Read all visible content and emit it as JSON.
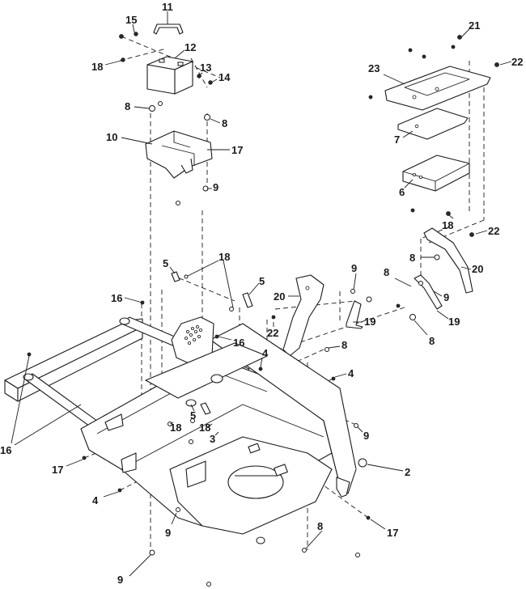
{
  "diagram": {
    "callouts": [
      "11",
      "15",
      "12",
      "18",
      "13",
      "14",
      "8",
      "8",
      "10",
      "17",
      "9",
      "21",
      "22",
      "23",
      "7",
      "6",
      "18",
      "22",
      "8",
      "20",
      "9",
      "8",
      "9",
      "19",
      "19",
      "8",
      "5",
      "18",
      "5",
      "16",
      "20",
      "22",
      "16",
      "4",
      "8",
      "4",
      "16",
      "5",
      "18",
      "18",
      "3",
      "9",
      "17",
      "2",
      "4",
      "9",
      "17",
      "8",
      "9"
    ]
  }
}
